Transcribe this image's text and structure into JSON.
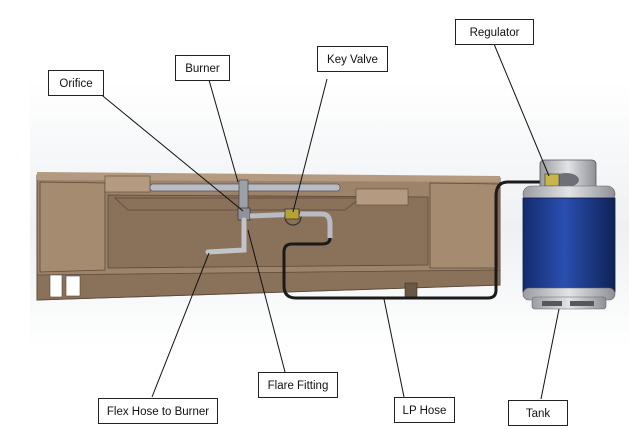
{
  "labels": {
    "orifice": "Orifice",
    "burner": "Burner",
    "key_valve": "Key Valve",
    "regulator": "Regulator",
    "flex_hose": "Flex Hose to Burner",
    "flare_fitting": "Flare Fitting",
    "lp_hose": "LP Hose",
    "tank": "Tank"
  },
  "colors": {
    "enclosure": "#9c836a",
    "enclosure_dark": "#7a6550",
    "tank_body": "#1d3c8f",
    "tank_metal": "#c8c8cc",
    "hose": "#1a1a1a",
    "pipe": "#b9bcc4"
  }
}
